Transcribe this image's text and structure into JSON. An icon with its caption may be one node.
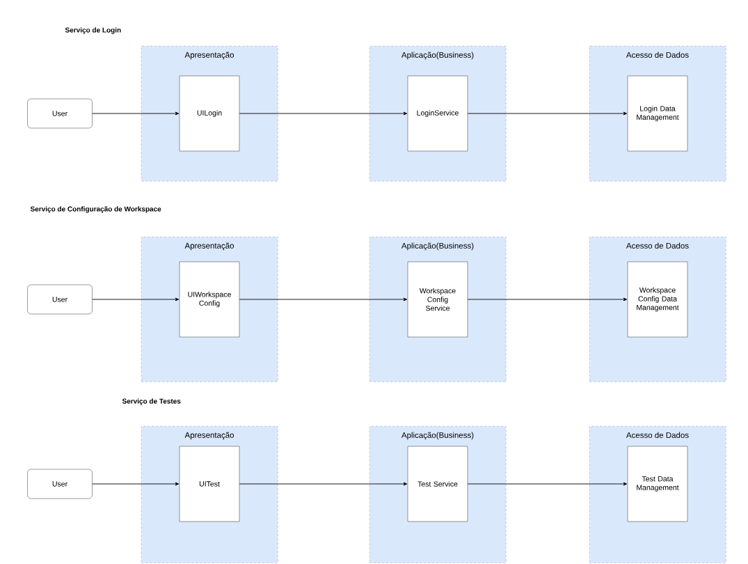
{
  "diagram": {
    "nodes": [
      {
        "text": [
          "User"
        ]
      },
      {
        "text": [
          "Apresentação"
        ]
      },
      {
        "text": [
          "UILogin"
        ],
        "in": 1
      },
      {
        "text": [
          "Aplicação(Business)"
        ]
      },
      {
        "text": [
          "LoginService"
        ],
        "in": 3
      },
      {
        "text": [
          "Acesso de Dados"
        ]
      },
      {
        "text": [
          "Login Data Management"
        ],
        "in": 5
      },
      {
        "text": [
          "User"
        ]
      },
      {
        "text": [
          "Apresentação"
        ]
      },
      {
        "text": [
          "UIWorkspace Config"
        ],
        "in": 8
      },
      {
        "text": [
          "Aplicação(Business)"
        ]
      },
      {
        "text": [
          "Workspace Config Service"
        ],
        "in": 10
      },
      {
        "text": [
          "Acesso de Dados"
        ]
      },
      {
        "text": [
          "Workspace Config Data Management"
        ],
        "in": 12
      },
      {
        "text": [
          "User"
        ]
      },
      {
        "text": [
          "Apresentação"
        ]
      },
      {
        "text": [
          "UITest"
        ],
        "in": 15
      },
      {
        "text": [
          "Aplicação(Business)"
        ]
      },
      {
        "text": [
          "Test Service"
        ],
        "in": 17
      },
      {
        "text": [
          "Acesso de Dados"
        ]
      },
      {
        "text": [
          "Test Data Management"
        ],
        "in": 19
      }
    ],
    "edges": [
      {
        "from": 0,
        "to": 2,
        "arrow": "to"
      },
      {
        "from": 2,
        "to": 4,
        "arrow": "to"
      },
      {
        "from": 4,
        "to": 6,
        "arrow": "to"
      },
      {
        "from": 7,
        "to": 9,
        "arrow": "to"
      },
      {
        "from": 9,
        "to": 11,
        "arrow": "to"
      },
      {
        "from": 11,
        "to": 13,
        "arrow": "to"
      },
      {
        "from": 14,
        "to": 16,
        "arrow": "to"
      },
      {
        "from": 16,
        "to": 18,
        "arrow": "to"
      },
      {
        "from": 18,
        "to": 20,
        "arrow": "to"
      }
    ],
    "labels": [
      "Serviço de Login",
      "Serviço de Configuração de Workspace",
      "Serviço de Testes"
    ]
  }
}
